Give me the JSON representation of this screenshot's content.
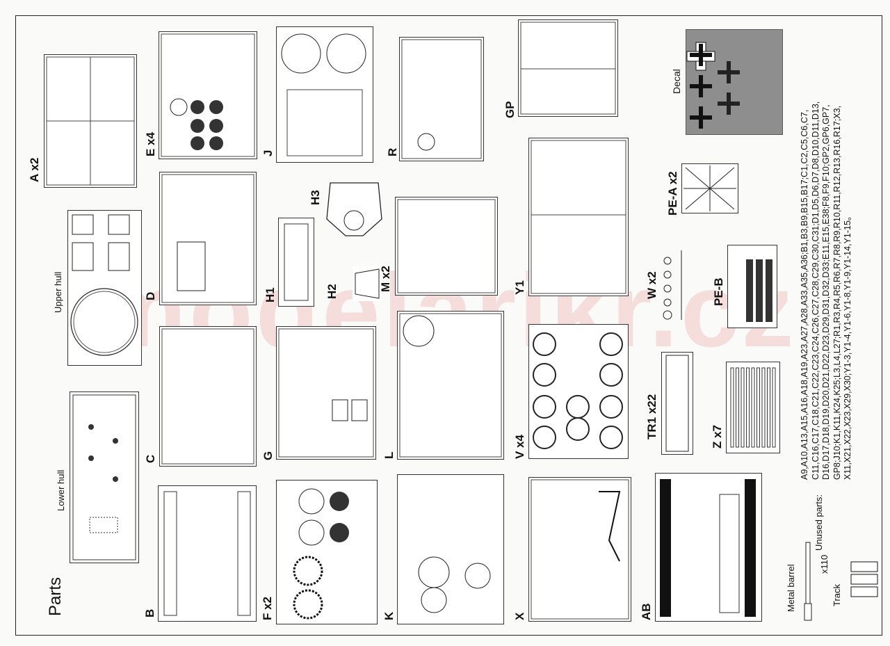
{
  "title": "Parts",
  "watermark": "modelarikr.cz",
  "hull": {
    "upper": "Upper hull",
    "lower": "Lower hull"
  },
  "sprues": {
    "A": "A x2",
    "E": "E x4",
    "J": "J",
    "R": "R",
    "GP": "GP",
    "D": "D",
    "H1": "H1",
    "H2": "H2",
    "H3": "H3",
    "M": "M x2",
    "Y1": "Y1",
    "C": "C",
    "G": "G",
    "L": "L",
    "V": "V x4",
    "B": "B",
    "F": "F x2",
    "K": "K",
    "X": "X",
    "AB": "AB",
    "W": "W x2",
    "PEA": "PE-A x2",
    "PEB": "PE-B",
    "TR1": "TR1 x22",
    "Z": "Z x7"
  },
  "decal": {
    "label": "Decal"
  },
  "metal_barrel": "Metal barrel",
  "track": {
    "label": "Track",
    "count": "x110"
  },
  "unused_parts": {
    "label": "Unused parts:",
    "lines": [
      "A9,A10,A13,A15,A16,A18,A19,A23,A27,A28,A33,A35,A36;B1,B3,B9,B15,B17;C1,C2,C5,C6,C7,",
      "C11,C16,C17,C18,C21,C22,C23,C24,C26,C27,C28,C29,C30,C31;D1,D5,D6,D7,D8,D10,D11,D13,",
      "D16,D17,D18,D19,D20,D21,D22,D23,D29,D31,D32,D33;E11,E15,E38;F8,F9,F10;GP2,GP6,GP7,",
      "GP8;J10;K1,K11,K24,K25;L3,L4,L27;R1,R3,R4,R5,R6,R7,R8,R9,R10,R11,R12,R13,R16,R17;X3,",
      "X11,X21,X22,X23,X29,X30;Y1-3,Y1-4,Y1-6,Y1-8,Y1-9,Y1-14,Y1-15。"
    ]
  }
}
